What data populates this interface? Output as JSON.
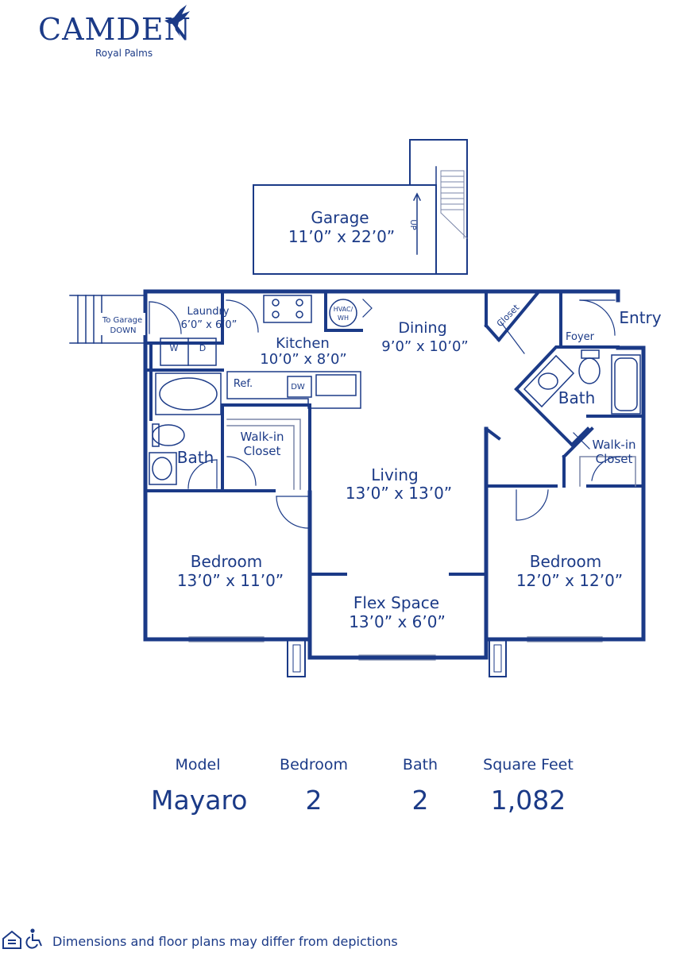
{
  "brand": {
    "name": "CAMDEN",
    "community": "Royal Palms",
    "logo_icon": "hummingbird-icon"
  },
  "rooms": {
    "garage": {
      "name": "Garage",
      "dims": "11’0” x 22’0”"
    },
    "stair_up": "UP",
    "to_garage": {
      "line1": "To Garage",
      "line2": "DOWN"
    },
    "laundry": {
      "name": "Laundry",
      "dims": "6’0” x 6’0”",
      "washer": "W",
      "dryer": "D"
    },
    "hvac": {
      "line1": "HVAC/",
      "line2": "WH"
    },
    "kitchen": {
      "name": "Kitchen",
      "dims": "10’0” x 8’0”",
      "ref": "Ref.",
      "dw": "DW"
    },
    "dining": {
      "name": "Dining",
      "dims": "9’0” x 10’0”"
    },
    "closet": "Closet",
    "entry": "Entry",
    "foyer": "Foyer",
    "bath_right": "Bath",
    "bath_left": "Bath",
    "walkin_left": {
      "line1": "Walk-in",
      "line2": "Closet"
    },
    "walkin_right": {
      "line1": "Walk-in",
      "line2": "Closet"
    },
    "living": {
      "name": "Living",
      "dims": "13’0” x 13’0”"
    },
    "bedroom_left": {
      "name": "Bedroom",
      "dims": "13’0” x 11’0”"
    },
    "bedroom_right": {
      "name": "Bedroom",
      "dims": "12’0” x 12’0”"
    },
    "flex": {
      "name": "Flex Space",
      "dims": "13’0” x 6’0”"
    }
  },
  "specs": {
    "model_label": "Model",
    "model_value": "Mayaro",
    "bedroom_label": "Bedroom",
    "bedroom_value": "2",
    "bath_label": "Bath",
    "bath_value": "2",
    "sqft_label": "Square Feet",
    "sqft_value": "1,082"
  },
  "footer": {
    "disclaimer": "Dimensions and floor plans may differ from depictions",
    "housing_icon": "equal-housing-icon",
    "accessibility_icon": "wheelchair-icon"
  },
  "colors": {
    "plan_blue": "#1b3a87",
    "light_stroke": "#7a86a8"
  }
}
